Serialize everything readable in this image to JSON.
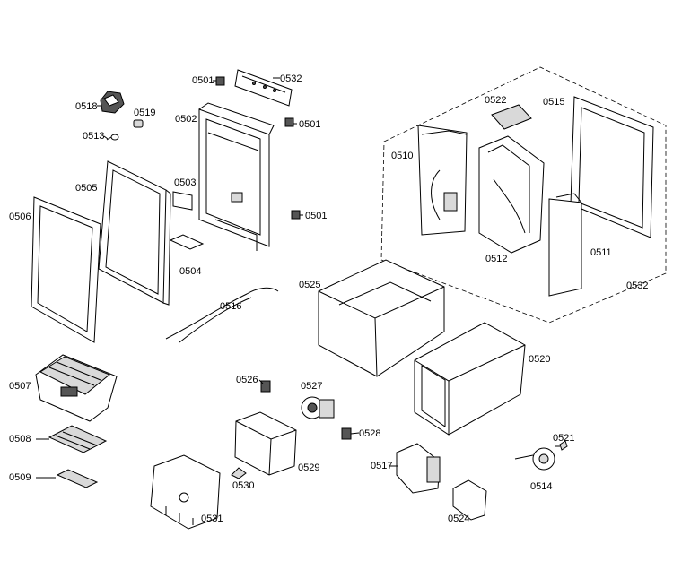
{
  "diagram": {
    "type": "exploded-parts-diagram",
    "labels": {
      "p0501a": "0501",
      "p0501b": "0501",
      "p0501c": "0501",
      "p0502": "0502",
      "p0503": "0503",
      "p0504": "0504",
      "p0505": "0505",
      "p0506": "0506",
      "p0507": "0507",
      "p0508": "0508",
      "p0509": "0509",
      "p0510": "0510",
      "p0511": "0511",
      "p0512": "0512",
      "p0513": "0513",
      "p0514": "0514",
      "p0515": "0515",
      "p0516": "0516",
      "p0517": "0517",
      "p0518": "0518",
      "p0519": "0519",
      "p0520": "0520",
      "p0521": "0521",
      "p0522": "0522",
      "p0524": "0524",
      "p0525": "0525",
      "p0526": "0526",
      "p0527": "0527",
      "p0528": "0528",
      "p0529": "0529",
      "p0530": "0530",
      "p0531": "0531",
      "p0532a": "0532",
      "p0532b": "0532"
    }
  }
}
